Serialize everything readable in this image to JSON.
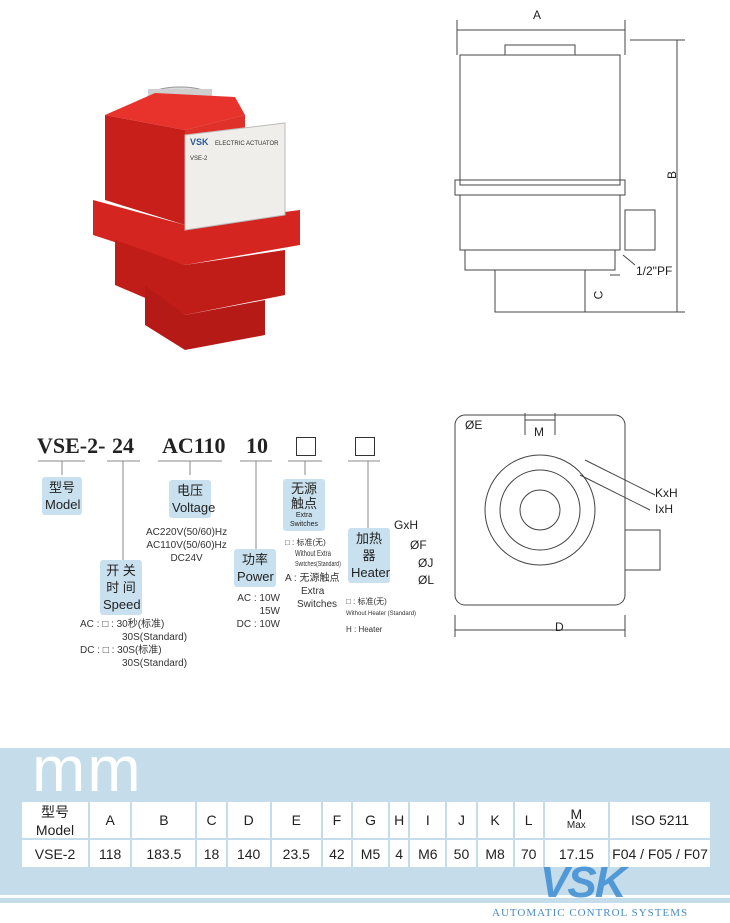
{
  "photo": {
    "brand": "VSK",
    "label_title": "ELECTRIC ACTUATOR",
    "model": "VSE-2"
  },
  "side_drawing": {
    "dim_a": "A",
    "dim_b": "B",
    "dim_c": "C",
    "port": "1/2\"PF"
  },
  "bottom_drawing": {
    "dim_e": "ØE",
    "dim_m": "M",
    "dim_kxh": "KxH",
    "dim_ixh": "IxH",
    "dim_gxh": "GxH",
    "dim_f": "ØF",
    "dim_j": "ØJ",
    "dim_l": "ØL",
    "dim_d": "D"
  },
  "code": {
    "model": "VSE-2-",
    "speed": "24",
    "voltage": "AC110",
    "power": "10",
    "sep": "-"
  },
  "model_box": {
    "cn": "型号",
    "en": "Model"
  },
  "speed_box": {
    "cn1": "开 关",
    "cn2": "时 间",
    "en": "Speed",
    "opts": [
      "AC : □ : 30秒(标准)",
      "30S(Standard)",
      "DC : □ : 30S(标准)",
      "30S(Standard)"
    ]
  },
  "voltage_box": {
    "cn": "电压",
    "en": "Voltage",
    "opts": [
      "AC220V(50/60)Hz",
      "AC110V(50/60)Hz",
      "DC24V"
    ]
  },
  "power_box": {
    "cn": "功率",
    "en": "Power",
    "opts": [
      "AC : 10W",
      "15W",
      "DC : 10W"
    ]
  },
  "switch_box": {
    "cn1": "无源",
    "cn2": "触点",
    "en": "Extra Switches",
    "opts": [
      "□ : 标准(无)",
      "Without Extra",
      "Switches(Standard)",
      "A : 无源触点",
      "Extra",
      "Switches"
    ]
  },
  "heater_box": {
    "cn": "加热器",
    "en": "Heater",
    "opts": [
      "□ : 标准(无)",
      "Without Heater (Standard)",
      "H : Heater"
    ]
  },
  "table": {
    "unit": "mm",
    "headers": [
      "型号Model",
      "A",
      "B",
      "C",
      "D",
      "E",
      "F",
      "G",
      "H",
      "I",
      "J",
      "K",
      "L",
      "M",
      "ISO 5211"
    ],
    "m_sub": "Max",
    "rows": [
      [
        "VSE-2",
        "118",
        "183.5",
        "18",
        "140",
        "23.5",
        "42",
        "M5",
        "4",
        "M6",
        "50",
        "M8",
        "70",
        "17.15",
        "F04 / F05 / F07"
      ]
    ]
  },
  "logo": {
    "brand": "VSK",
    "tagline": "AUTOMATIC CONTROL SYSTEMS"
  }
}
